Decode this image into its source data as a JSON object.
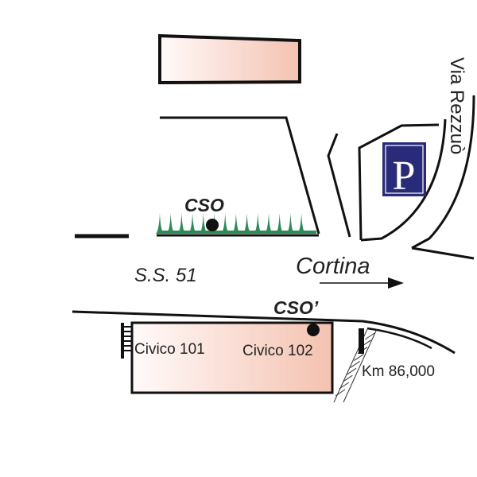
{
  "map": {
    "labels": {
      "via_rezzuo": "Via Rezzuò",
      "cso": "CSO",
      "cso_prime": "CSO’",
      "ss51": "S.S. 51",
      "cortina": "Cortina",
      "civico_101": "Civico 101",
      "civico_102": "Civico 102",
      "km": "Km 86,000",
      "parking": "P"
    },
    "colors": {
      "building_fill_start": "#fffafa",
      "building_fill_end": "#f4c2b0",
      "hedge": "#2e8b57",
      "parking_bg": "#2a2a7a",
      "ink": "#111111"
    }
  }
}
